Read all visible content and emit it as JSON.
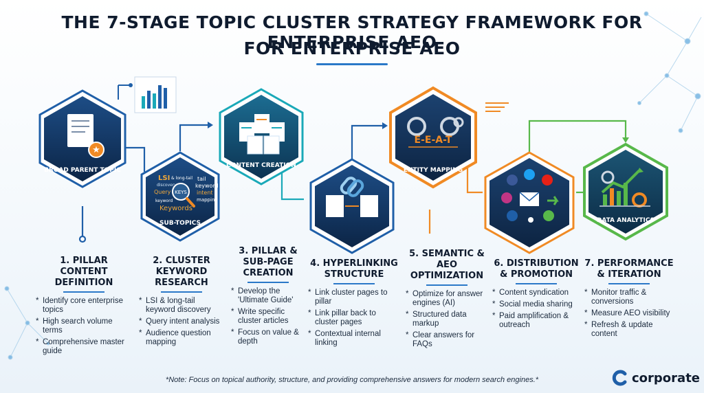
{
  "title": {
    "line1": "THE 7-STAGE TOPIC CLUSTER STRATEGY FRAMEWORK FOR ENTERPRISE AEO",
    "line2": "FOR ENTERPRISE AEO"
  },
  "stages": [
    {
      "hex_label": "BROAD PARENT TOPIC",
      "title": "1. PILLAR CONTENT DEFINITION",
      "bullets": [
        "Identify core enterprise topics",
        "High search volume terms",
        "Comprehensive master guide"
      ],
      "color": "#1f5fa8"
    },
    {
      "hex_label": "SUB-TOPICS",
      "title": "2. CLUSTER KEYWORD RESEARCH",
      "bullets": [
        "LSI & long-tail keyword discovery",
        "Query intent analysis",
        "Audience question mapping"
      ],
      "icon_words": [
        "LSI",
        "& long-tail",
        "tail",
        "discovery",
        "keyword",
        "Query",
        "intent",
        "keyword",
        "mapping",
        "Keywords",
        "KEYS"
      ],
      "color": "#1f5fa8"
    },
    {
      "hex_label": "CONTENT CREATION",
      "title": "3. PILLAR & SUB-PAGE CREATION",
      "bullets": [
        "Develop the 'Ultimate Guide'",
        "Write specific cluster articles",
        "Focus on value & depth"
      ],
      "color": "#1aa9b8"
    },
    {
      "hex_label": "",
      "title": "4. HYPERLINKING STRUCTURE",
      "bullets": [
        "Link cluster pages to pillar",
        "Link pillar back to cluster pages",
        "Contextual internal linking"
      ],
      "color": "#1f5fa8"
    },
    {
      "hex_label": "ENTITY MAPPING",
      "title": "5. SEMANTIC & AEO OPTIMIZATION",
      "bullets": [
        "Optimize for answer engines (AI)",
        "Structured data markup",
        "Clear answers for FAQs"
      ],
      "icon_words": [
        "E-E-A-T"
      ],
      "color": "#f08a24"
    },
    {
      "hex_label": "",
      "title": "6. DISTRIBUTION & PROMOTION",
      "bullets": [
        "Content syndication",
        "Social media sharing",
        "Paid amplification & outreach"
      ],
      "color": "#f08a24"
    },
    {
      "hex_label": "DATA ANALYTICS",
      "title": "7. PERFORMANCE & ITERATION",
      "bullets": [
        "Monitor traffic & conversions",
        "Measure AEO visibility",
        "Refresh & update content"
      ],
      "color": "#58b84a"
    }
  ],
  "note": "*Note: Focus on topical authority, structure, and providing comprehensive answers for modern search engines.*",
  "brand": "corporate",
  "colors": {
    "navy": "#0f1b2e",
    "accent_blue": "#2a78c8",
    "teal": "#1aa9b8",
    "orange": "#f08a24",
    "green": "#58b84a"
  }
}
